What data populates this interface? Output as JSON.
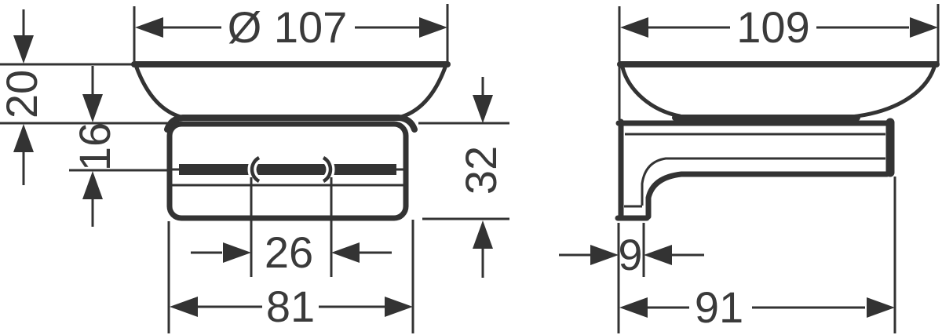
{
  "front_view": {
    "dimensions": {
      "dish_diameter": "Ø 107",
      "dish_height": "20",
      "holder_inset_height": "16",
      "holder_height": "32",
      "clip_spacing": "26",
      "holder_width": "81"
    }
  },
  "side_view": {
    "dimensions": {
      "dish_width": "109",
      "wall_plate_depth": "9",
      "projection_depth": "91"
    }
  },
  "style": {
    "line_color": "#333333",
    "text_color": "#3a3a3a",
    "background": "#ffffff"
  }
}
